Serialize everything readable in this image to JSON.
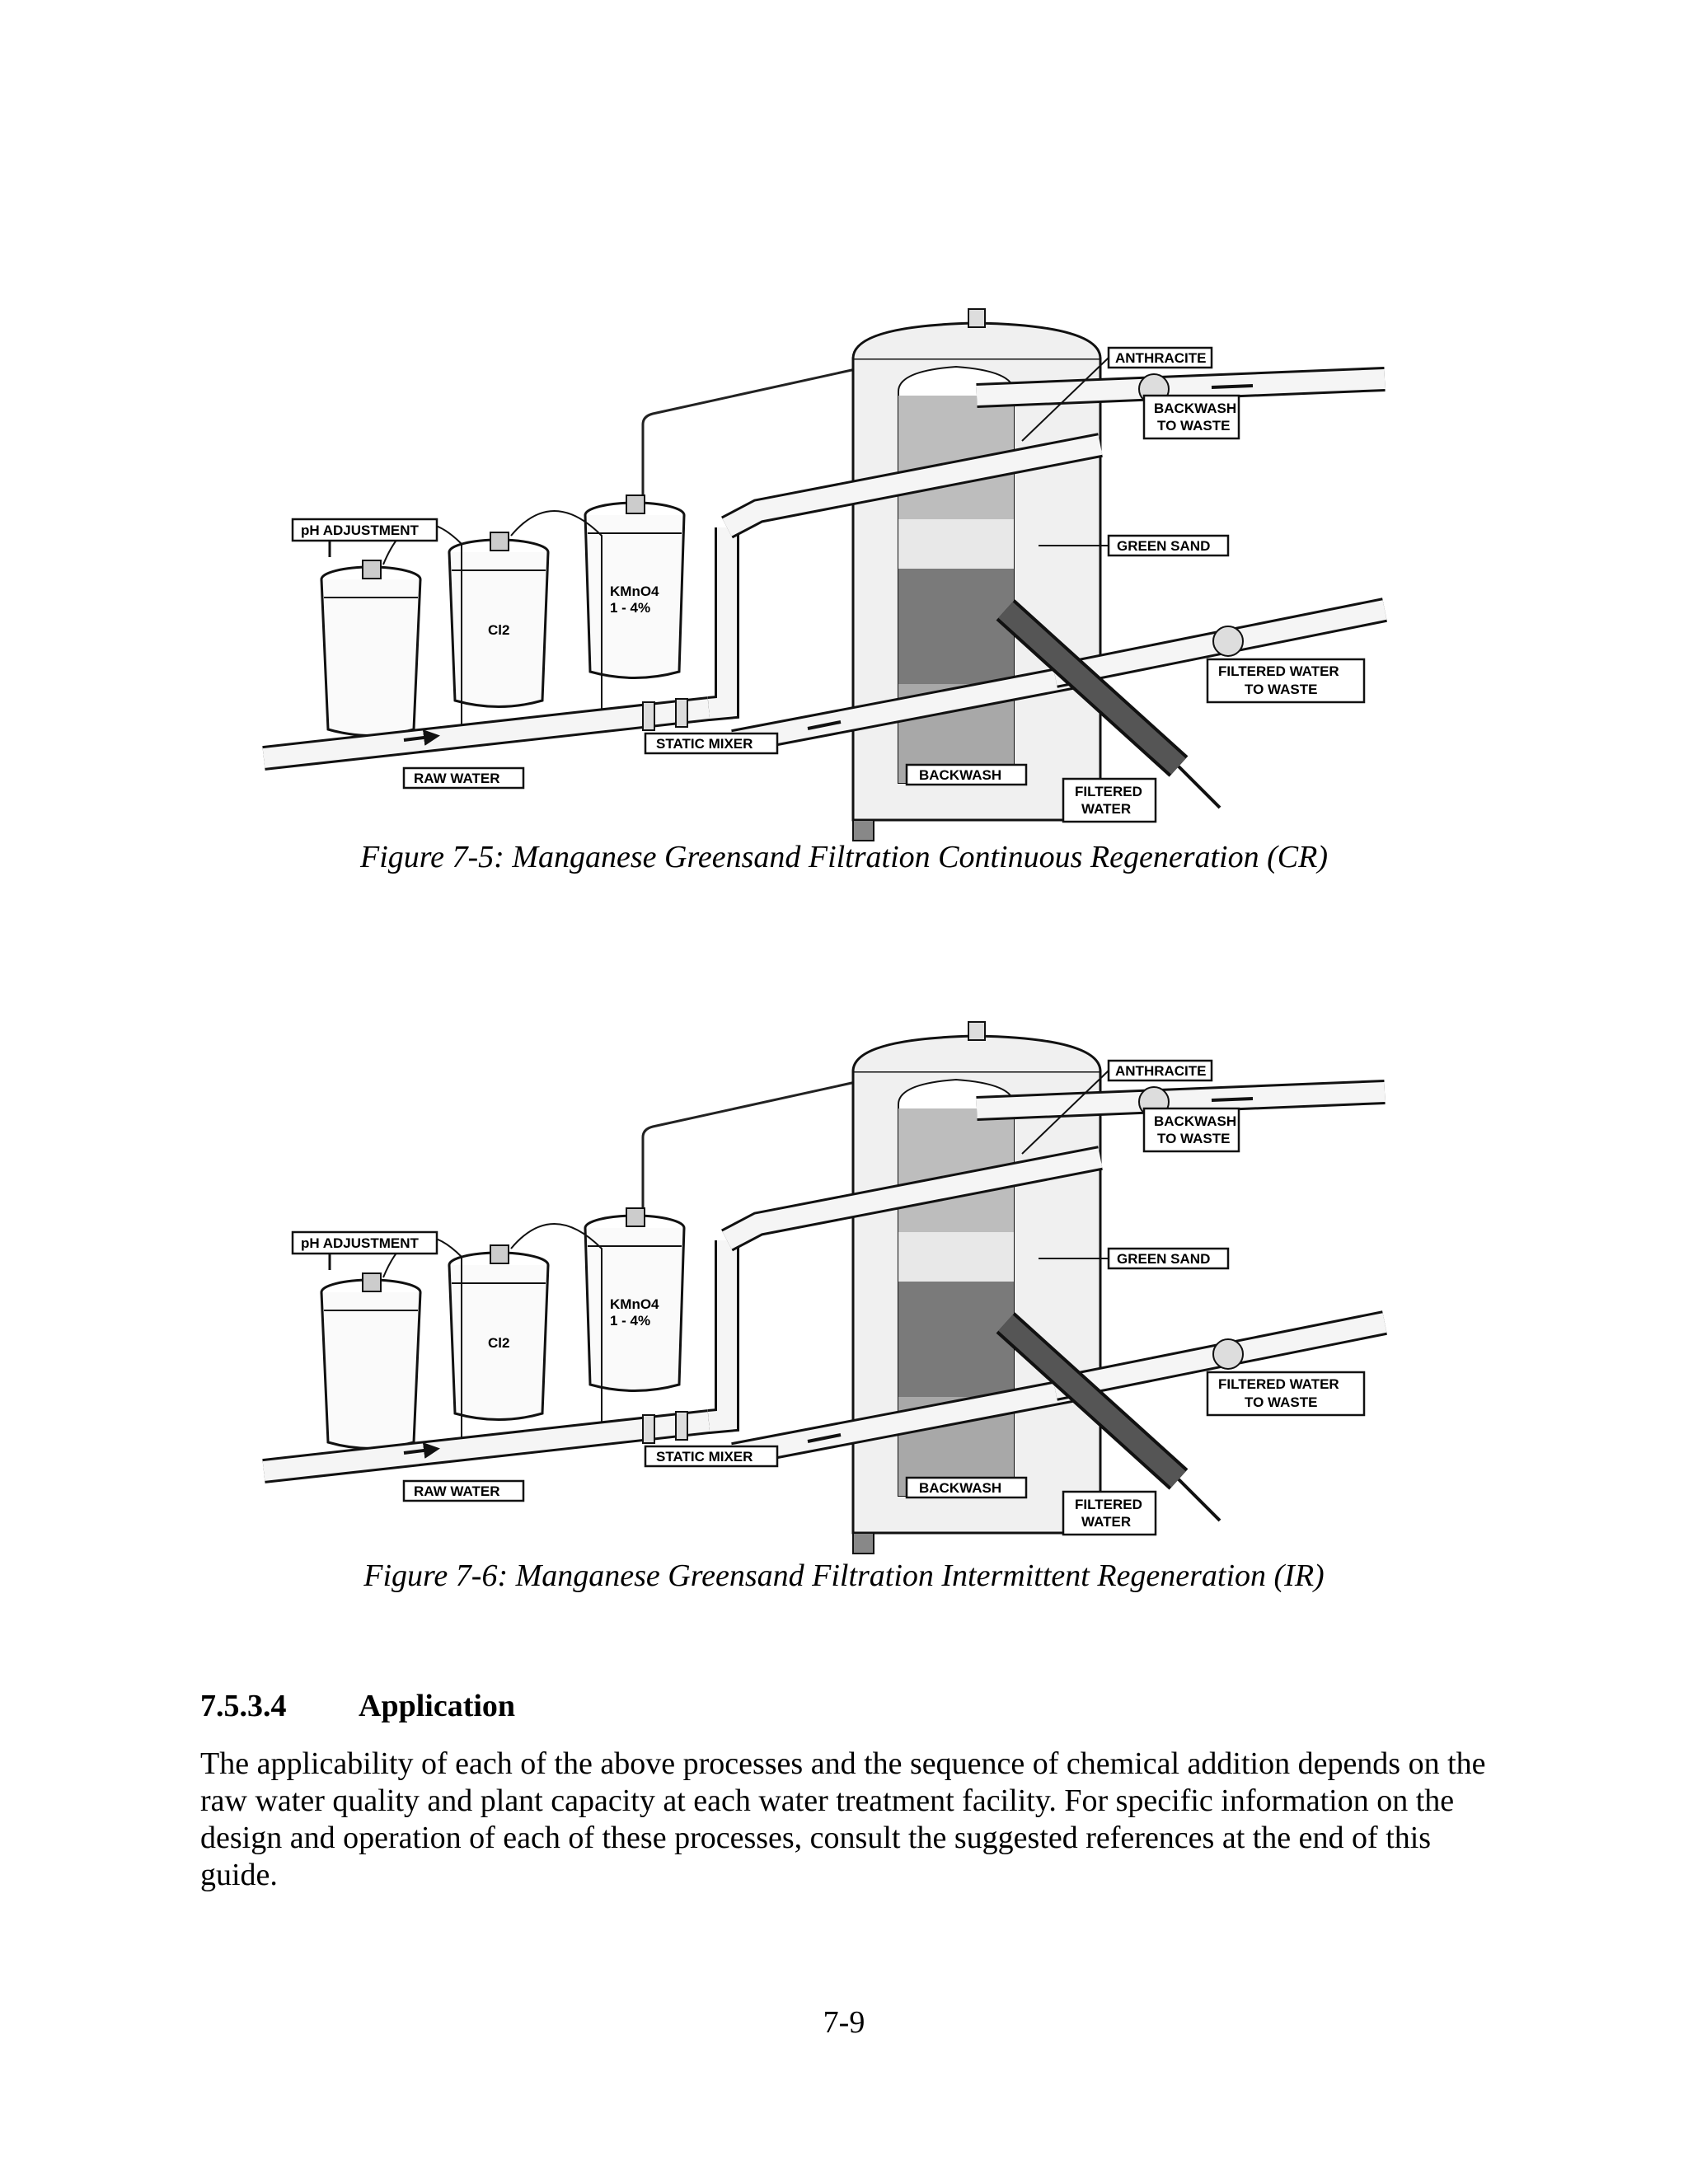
{
  "figures": [
    {
      "caption": "Figure 7-5: Manganese Greensand Filtration Continuous Regeneration (CR)",
      "labels": {
        "ph_adjustment": "pH ADJUSTMENT",
        "anthracite": "ANTHRACITE",
        "backwash_to_waste_1": "BACKWASH",
        "backwash_to_waste_2": "TO WASTE",
        "green_sand": "GREEN SAND",
        "kmno4_1": "KMnO4",
        "kmno4_2": "1 - 4%",
        "cl2": "Cl2",
        "filtered_water_to_waste_1": "FILTERED WATER",
        "filtered_water_to_waste_2": "TO WASTE",
        "static_mixer": "STATIC MIXER",
        "raw_water": "RAW WATER",
        "backwash": "BACKWASH",
        "filtered_water_1": "FILTERED",
        "filtered_water_2": "WATER"
      }
    },
    {
      "caption": "Figure 7-6: Manganese Greensand Filtration Intermittent Regeneration (IR)",
      "labels": {
        "ph_adjustment": "pH ADJUSTMENT",
        "anthracite": "ANTHRACITE",
        "backwash_to_waste_1": "BACKWASH",
        "backwash_to_waste_2": "TO WASTE",
        "green_sand": "GREEN SAND",
        "kmno4_1": "KMnO4",
        "kmno4_2": "1 - 4%",
        "cl2": "Cl2",
        "filtered_water_to_waste_1": "FILTERED WATER",
        "filtered_water_to_waste_2": "TO WASTE",
        "static_mixer": "STATIC MIXER",
        "raw_water": "RAW WATER",
        "backwash": "BACKWASH",
        "filtered_water_1": "FILTERED",
        "filtered_water_2": "WATER"
      }
    }
  ],
  "section": {
    "number": "7.5.3.4",
    "title": "Application",
    "body": "The applicability of each of the above processes and the sequence of chemical addition depends on the raw water quality and plant capacity at each water treatment facility. For specific information on the design and operation of each of these processes, consult the suggested references at the end of this guide."
  },
  "page_number": "7-9"
}
